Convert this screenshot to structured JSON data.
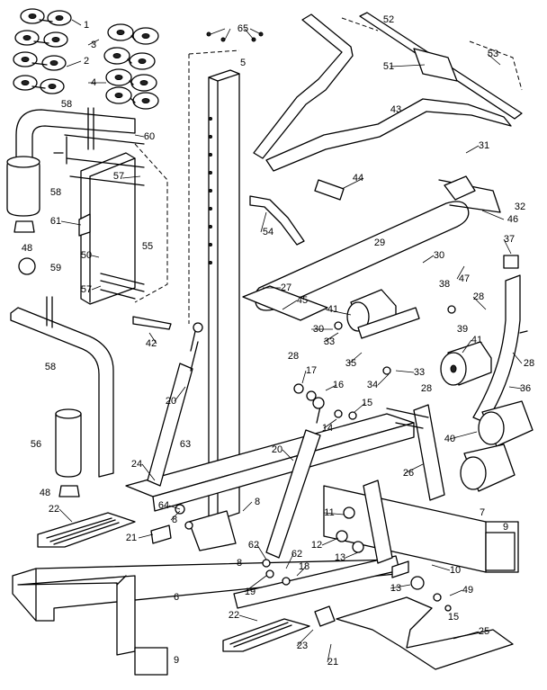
{
  "callouts": [
    {
      "id": "c1",
      "label": "1"
    },
    {
      "id": "c2",
      "label": "2"
    },
    {
      "id": "c3",
      "label": "3"
    },
    {
      "id": "c4",
      "label": "4"
    },
    {
      "id": "c5",
      "label": "5"
    },
    {
      "id": "c6",
      "label": "6"
    },
    {
      "id": "c7",
      "label": "7"
    },
    {
      "id": "c8a",
      "label": "8"
    },
    {
      "id": "c8b",
      "label": "8"
    },
    {
      "id": "c8c",
      "label": "8"
    },
    {
      "id": "c9a",
      "label": "9"
    },
    {
      "id": "c9b",
      "label": "9"
    },
    {
      "id": "c10",
      "label": "10"
    },
    {
      "id": "c11",
      "label": "11"
    },
    {
      "id": "c12",
      "label": "12"
    },
    {
      "id": "c13a",
      "label": "13"
    },
    {
      "id": "c13b",
      "label": "13"
    },
    {
      "id": "c14",
      "label": "14"
    },
    {
      "id": "c15a",
      "label": "15"
    },
    {
      "id": "c15b",
      "label": "15"
    },
    {
      "id": "c16",
      "label": "16"
    },
    {
      "id": "c17",
      "label": "17"
    },
    {
      "id": "c18",
      "label": "18"
    },
    {
      "id": "c19",
      "label": "19"
    },
    {
      "id": "c20a",
      "label": "20"
    },
    {
      "id": "c20b",
      "label": "20"
    },
    {
      "id": "c21a",
      "label": "21"
    },
    {
      "id": "c21b",
      "label": "21"
    },
    {
      "id": "c22a",
      "label": "22"
    },
    {
      "id": "c22b",
      "label": "22"
    },
    {
      "id": "c23",
      "label": "23"
    },
    {
      "id": "c24",
      "label": "24"
    },
    {
      "id": "c25",
      "label": "25"
    },
    {
      "id": "c26",
      "label": "26"
    },
    {
      "id": "c27",
      "label": "27"
    },
    {
      "id": "c28a",
      "label": "28"
    },
    {
      "id": "c28b",
      "label": "28"
    },
    {
      "id": "c28c",
      "label": "28"
    },
    {
      "id": "c28d",
      "label": "28"
    },
    {
      "id": "c29",
      "label": "29"
    },
    {
      "id": "c30a",
      "label": "30"
    },
    {
      "id": "c30b",
      "label": "30"
    },
    {
      "id": "c31",
      "label": "31"
    },
    {
      "id": "c32",
      "label": "32"
    },
    {
      "id": "c33a",
      "label": "33"
    },
    {
      "id": "c33b",
      "label": "33"
    },
    {
      "id": "c34",
      "label": "34"
    },
    {
      "id": "c35",
      "label": "35"
    },
    {
      "id": "c36",
      "label": "36"
    },
    {
      "id": "c37",
      "label": "37"
    },
    {
      "id": "c38",
      "label": "38"
    },
    {
      "id": "c39",
      "label": "39"
    },
    {
      "id": "c40",
      "label": "40"
    },
    {
      "id": "c41a",
      "label": "41"
    },
    {
      "id": "c41b",
      "label": "41"
    },
    {
      "id": "c42",
      "label": "42"
    },
    {
      "id": "c43",
      "label": "43"
    },
    {
      "id": "c44",
      "label": "44"
    },
    {
      "id": "c45",
      "label": "45"
    },
    {
      "id": "c46",
      "label": "46"
    },
    {
      "id": "c47",
      "label": "47"
    },
    {
      "id": "c48a",
      "label": "48"
    },
    {
      "id": "c48b",
      "label": "48"
    },
    {
      "id": "c49",
      "label": "49"
    },
    {
      "id": "c50",
      "label": "50"
    },
    {
      "id": "c51",
      "label": "51"
    },
    {
      "id": "c52",
      "label": "52"
    },
    {
      "id": "c53",
      "label": "53"
    },
    {
      "id": "c54",
      "label": "54"
    },
    {
      "id": "c55",
      "label": "55"
    },
    {
      "id": "c56",
      "label": "56"
    },
    {
      "id": "c57a",
      "label": "57"
    },
    {
      "id": "c57b",
      "label": "57"
    },
    {
      "id": "c58a",
      "label": "58"
    },
    {
      "id": "c58b",
      "label": "58"
    },
    {
      "id": "c58c",
      "label": "58"
    },
    {
      "id": "c59",
      "label": "59"
    },
    {
      "id": "c60",
      "label": "60"
    },
    {
      "id": "c61",
      "label": "61"
    },
    {
      "id": "c62a",
      "label": "62"
    },
    {
      "id": "c62b",
      "label": "62"
    },
    {
      "id": "c63",
      "label": "63"
    },
    {
      "id": "c64",
      "label": "64"
    },
    {
      "id": "c65",
      "label": "65"
    }
  ]
}
